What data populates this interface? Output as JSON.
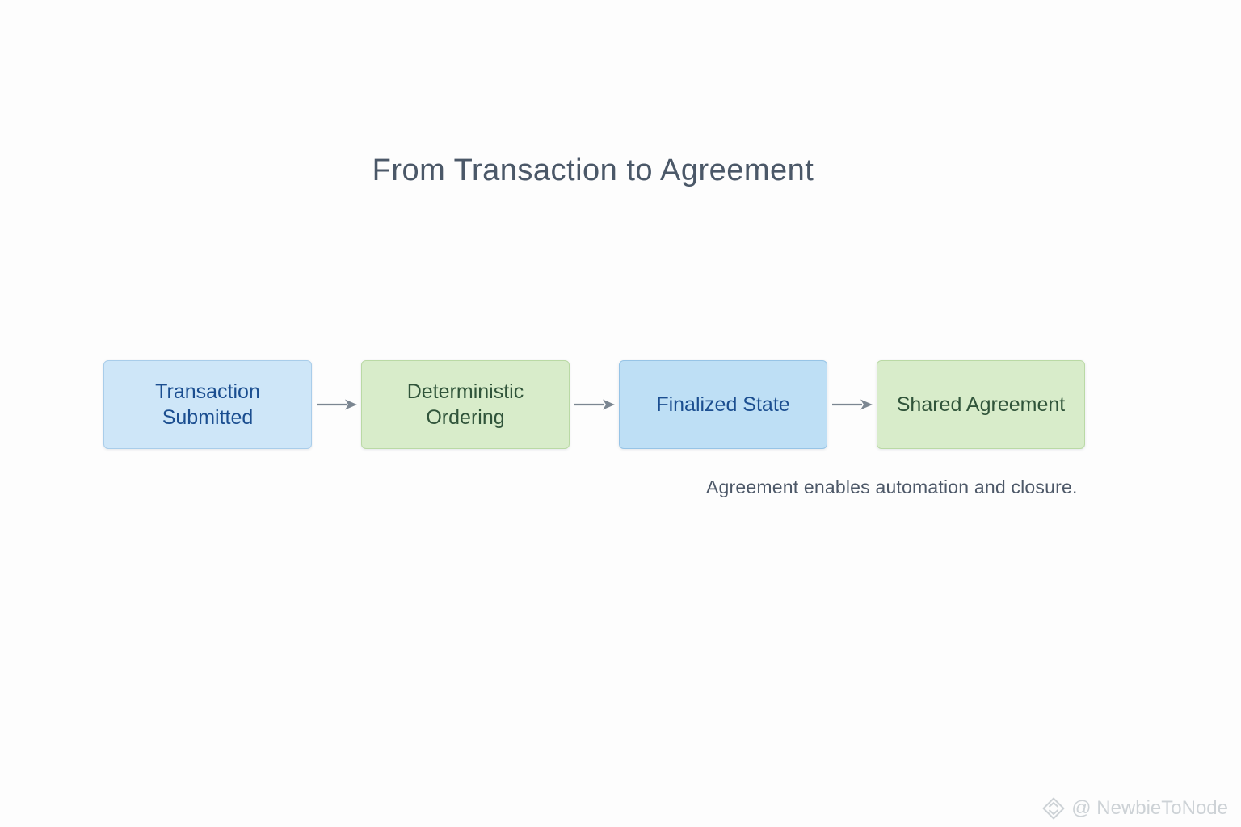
{
  "title": "From Transaction to Agreement",
  "flow": {
    "steps": [
      {
        "label": "Transaction Submitted",
        "color_role": "blue"
      },
      {
        "label": "Deterministic Ordering",
        "color_role": "green"
      },
      {
        "label": "Finalized State",
        "color_role": "blue"
      },
      {
        "label": "Shared Agreement",
        "color_role": "green"
      }
    ],
    "arrow_count": 3
  },
  "caption": "Agreement enables automation and closure.",
  "watermark": {
    "icon": "diamond-logo-icon",
    "text": "@ NewbieToNode"
  },
  "colors": {
    "background": "#fdfdfd",
    "title_text": "#4b5868",
    "caption_text": "#4d5868",
    "blue_box_fill": "#cee6f8",
    "blue_box_fill_deep": "#bedff5",
    "blue_box_text": "#1b4e90",
    "green_box_fill": "#d8ecca",
    "green_box_text": "#30543a",
    "arrow": "#7b8691",
    "watermark_text": "#cdd2d6"
  }
}
